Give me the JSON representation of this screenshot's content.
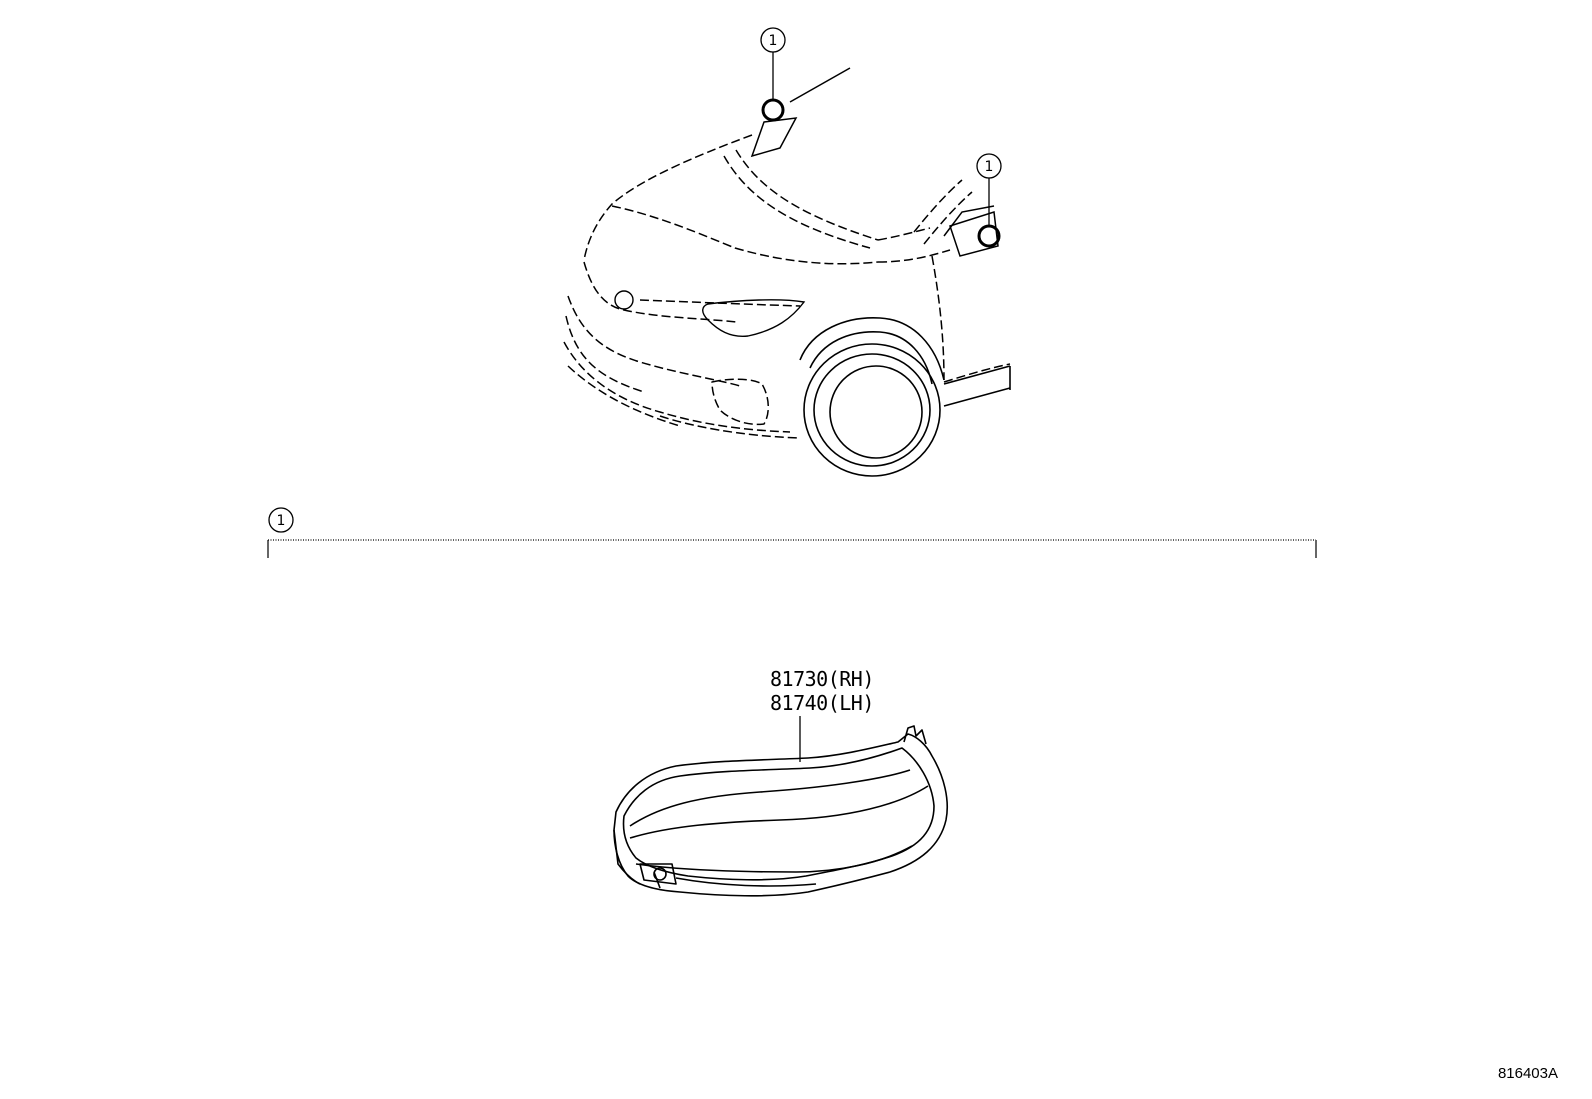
{
  "callouts": {
    "top": "1",
    "right": "1",
    "section": "1"
  },
  "parts": {
    "rh": "81730(RH)",
    "lh": "81740(LH)"
  },
  "illustration_id": "816403A"
}
